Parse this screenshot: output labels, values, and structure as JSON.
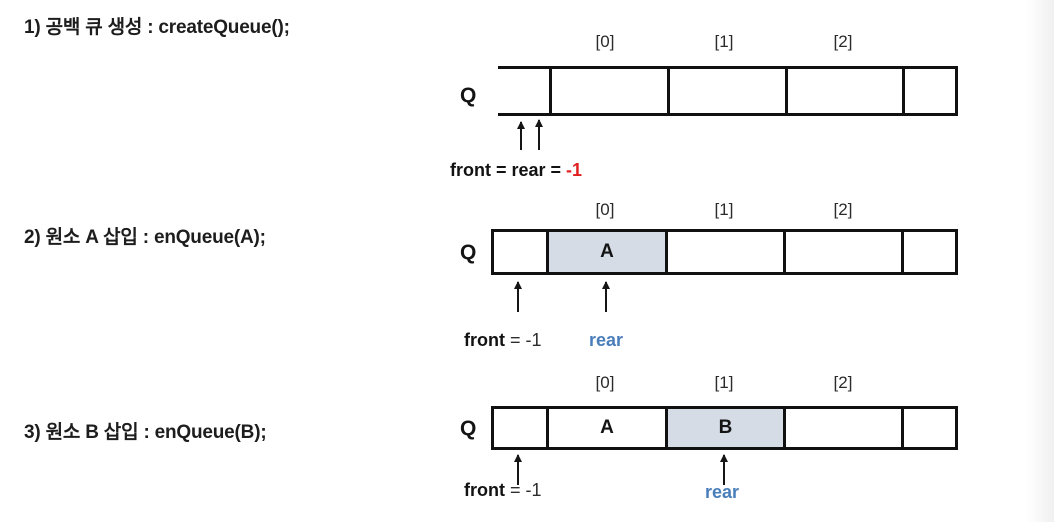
{
  "slide": {
    "title_bullets": [
      "1) 공백 큐 생성 : createQueue();",
      "2) 원소 A 삽입 : enQueue(A);",
      "3) 원소 B 삽입 : enQueue(B);"
    ],
    "colors": {
      "highlight_cell": "#d6dce6",
      "rear_text": "#4a7ebb",
      "negative_value": "#e02020",
      "border": "#111111",
      "background": "#ffffff"
    }
  },
  "figures": [
    {
      "id": "queue-empty",
      "array_name": "Q",
      "index_labels": [
        "[0]",
        "[1]",
        "[2]"
      ],
      "cells": [
        {
          "value": "",
          "highlighted": false,
          "is_stub": true
        },
        {
          "value": "",
          "highlighted": false,
          "is_stub": false
        },
        {
          "value": "",
          "highlighted": false,
          "is_stub": false
        },
        {
          "value": "",
          "highlighted": false,
          "is_stub": false
        },
        {
          "value": "",
          "highlighted": false,
          "is_stub": true
        }
      ],
      "pointers": [
        {
          "name": "front",
          "arrow": true
        },
        {
          "name": "rear",
          "arrow": true
        }
      ],
      "caption": {
        "segments": [
          {
            "text": "front",
            "style": "bold"
          },
          {
            "text": " = ",
            "style": "bold"
          },
          {
            "text": "rear",
            "style": "bold"
          },
          {
            "text": " = ",
            "style": "bold"
          },
          {
            "text": "-1",
            "style": "neg"
          }
        ]
      }
    },
    {
      "id": "queue-after-enqueue-a",
      "array_name": "Q",
      "index_labels": [
        "[0]",
        "[1]",
        "[2]"
      ],
      "cells": [
        {
          "value": "",
          "highlighted": false,
          "is_stub": true
        },
        {
          "value": "A",
          "highlighted": true,
          "is_stub": false
        },
        {
          "value": "",
          "highlighted": false,
          "is_stub": false
        },
        {
          "value": "",
          "highlighted": false,
          "is_stub": false
        },
        {
          "value": "",
          "highlighted": false,
          "is_stub": true
        }
      ],
      "pointers": [
        {
          "name": "front",
          "arrow": true
        },
        {
          "name": "rear",
          "arrow": true
        }
      ],
      "caption": {
        "segments": [
          {
            "text": "front",
            "style": "bold"
          },
          {
            "text": " = -1",
            "style": "thin"
          }
        ],
        "rear_label": "rear"
      }
    },
    {
      "id": "queue-after-enqueue-b",
      "array_name": "Q",
      "index_labels": [
        "[0]",
        "[1]",
        "[2]"
      ],
      "cells": [
        {
          "value": "",
          "highlighted": false,
          "is_stub": true
        },
        {
          "value": "A",
          "highlighted": false,
          "is_stub": false
        },
        {
          "value": "B",
          "highlighted": true,
          "is_stub": false
        },
        {
          "value": "",
          "highlighted": false,
          "is_stub": false
        },
        {
          "value": "",
          "highlighted": false,
          "is_stub": true
        }
      ],
      "pointers": [
        {
          "name": "front",
          "arrow": true
        },
        {
          "name": "rear",
          "arrow": true
        }
      ],
      "caption": {
        "segments": [
          {
            "text": "front",
            "style": "bold"
          },
          {
            "text": " = -1",
            "style": "thin"
          }
        ],
        "rear_label": "rear"
      }
    }
  ]
}
